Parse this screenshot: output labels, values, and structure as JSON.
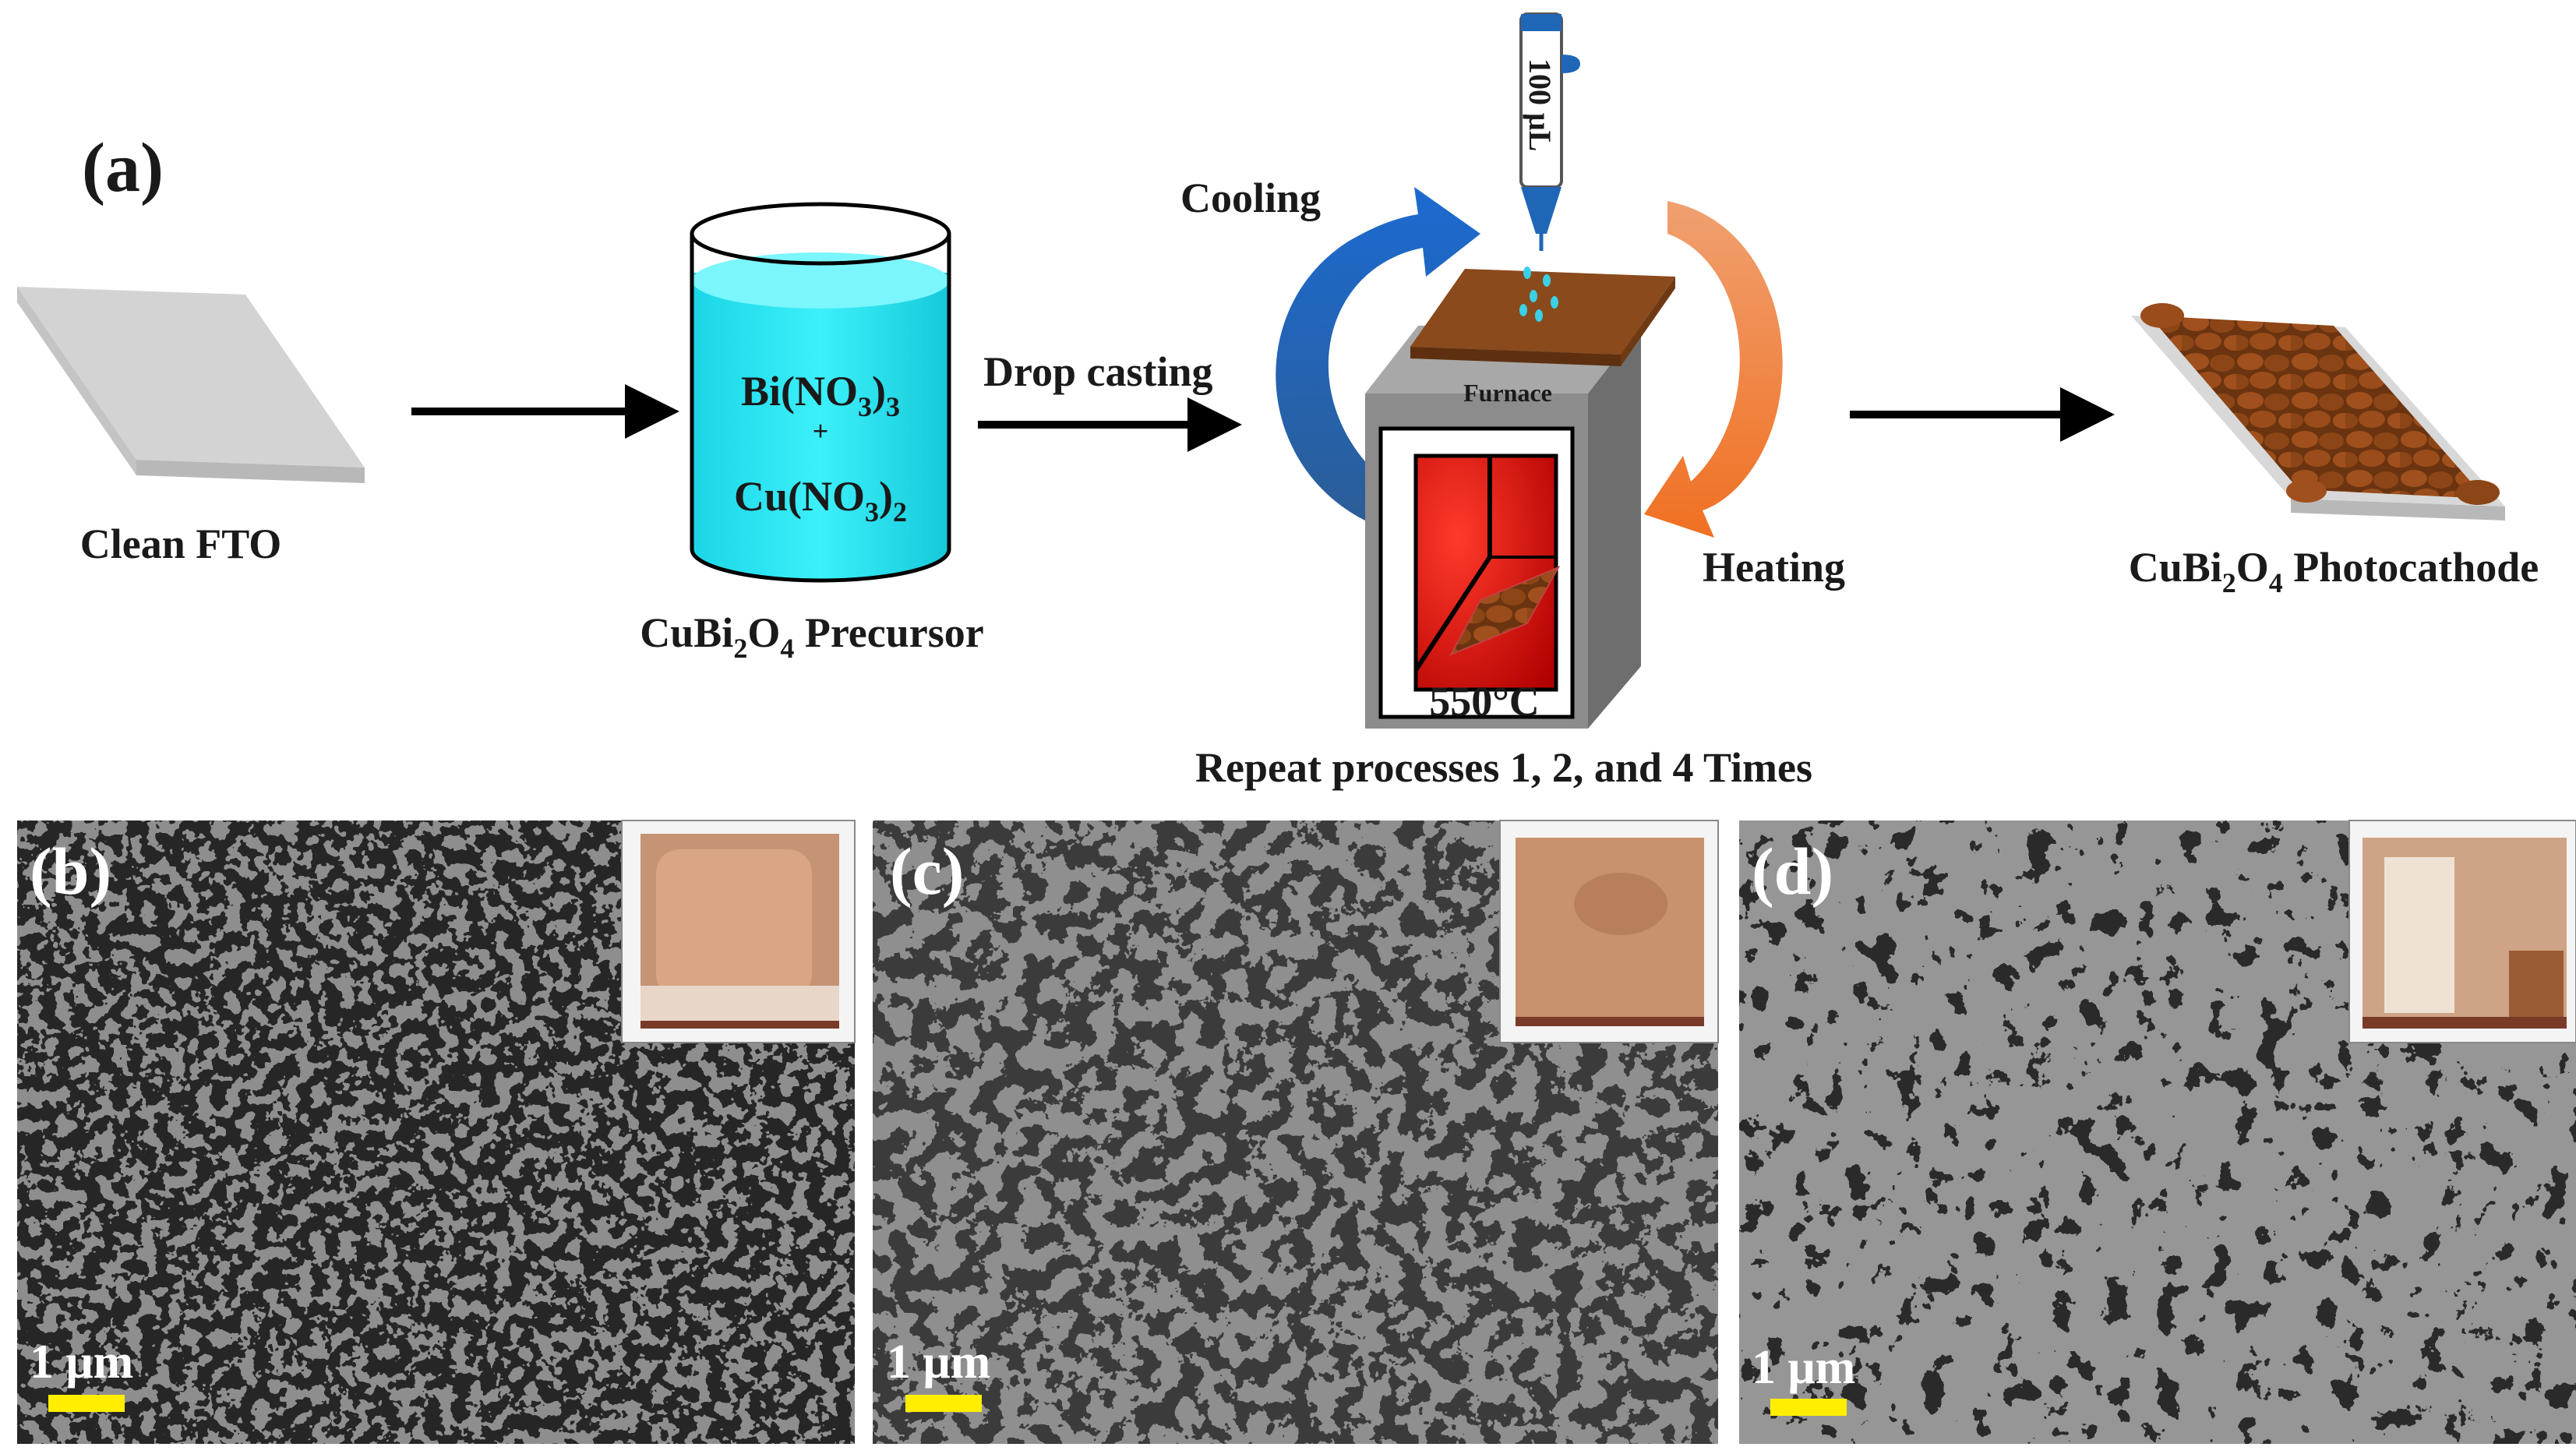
{
  "figure": {
    "panel_a": {
      "label": "(a)",
      "steps": {
        "substrate": "Clean FTO",
        "beaker_line1_pre": "Bi(NO",
        "beaker_line1_sub": "3",
        "beaker_line1_post": ")",
        "beaker_line1_sub2": "3",
        "beaker_plus": "+",
        "beaker_line2_pre": "Cu(NO",
        "beaker_line2_sub": "3",
        "beaker_line2_post": ")",
        "beaker_line2_sub2": "2",
        "precursor_pre": "CuBi",
        "precursor_sub1": "2",
        "precursor_mid": "O",
        "precursor_sub2": "4",
        "precursor_post": " Precursor",
        "drop_casting": "Drop  casting",
        "pipette_volume": "100 μL",
        "cooling": "Cooling",
        "heating": "Heating",
        "furnace": "Furnace",
        "temperature": "550°C",
        "repeat": "Repeat processes 1, 2, and 4 Times",
        "product_pre": "CuBi",
        "product_sub1": "2",
        "product_mid": "O",
        "product_sub2": "4",
        "product_post": " Photocathode"
      },
      "colors": {
        "liquid": "#22e4f2",
        "cooling_arrow": "#1f66b6",
        "heating_arrow": "#f07a2a",
        "furnace_body": "#8c8c8c",
        "furnace_chamber": "#e00000",
        "film": "#8a4a1c"
      }
    },
    "sem_panels": [
      {
        "label": "(b)",
        "scale": "1 μm"
      },
      {
        "label": "(c)",
        "scale": "1 μm"
      },
      {
        "label": "(d)",
        "scale": "1 μm"
      }
    ],
    "scale_bar_color": "#ffee00"
  }
}
